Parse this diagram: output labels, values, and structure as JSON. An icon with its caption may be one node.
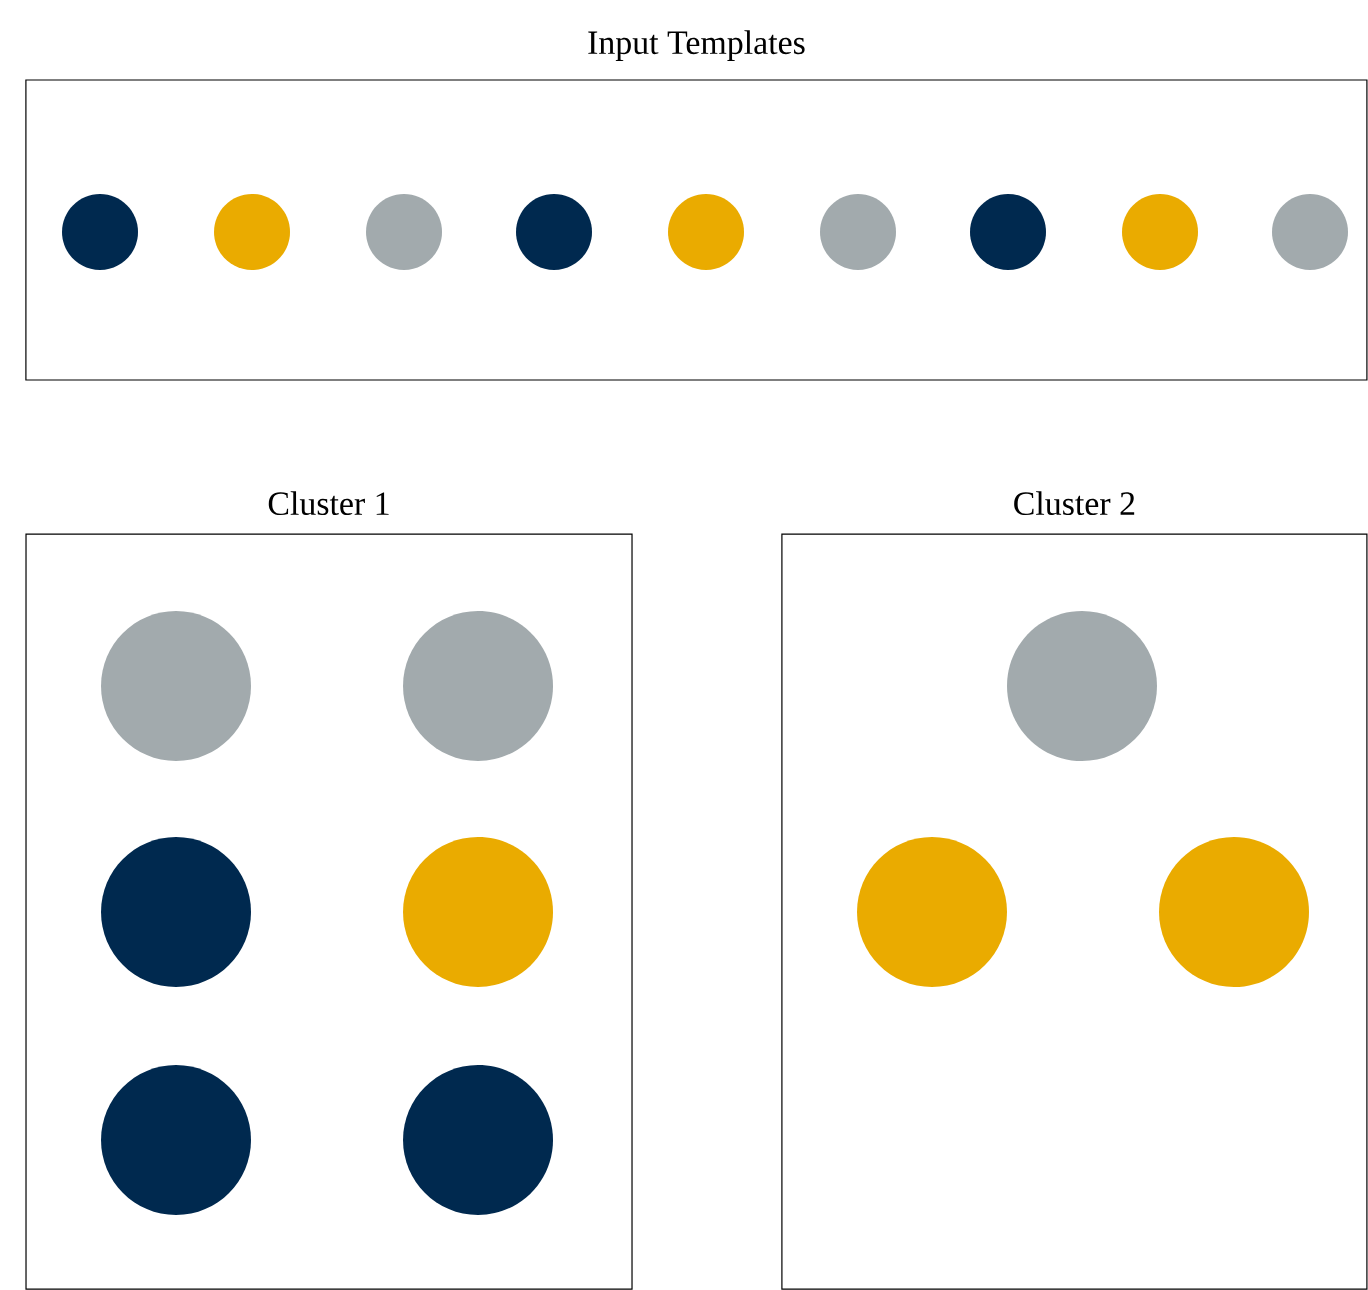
{
  "diagram": {
    "nodes": [
      {
        "text": [
          "Input Templates"
        ]
      },
      {
        "text": [],
        "shape": "circle",
        "in": 0
      },
      {
        "text": [],
        "shape": "circle",
        "in": 0
      },
      {
        "text": [],
        "shape": "circle",
        "in": 0
      },
      {
        "text": [],
        "shape": "circle",
        "in": 0
      },
      {
        "text": [],
        "shape": "circle",
        "in": 0
      },
      {
        "text": [],
        "shape": "circle",
        "in": 0
      },
      {
        "text": [],
        "shape": "circle",
        "in": 0
      },
      {
        "text": [],
        "shape": "circle",
        "in": 0
      },
      {
        "text": [],
        "shape": "circle",
        "in": 0
      },
      {
        "text": [
          "Cluster 1"
        ]
      },
      {
        "text": [],
        "shape": "circle",
        "in": 10
      },
      {
        "text": [],
        "shape": "circle",
        "in": 10
      },
      {
        "text": [],
        "shape": "circle",
        "in": 10
      },
      {
        "text": [],
        "shape": "circle",
        "in": 10
      },
      {
        "text": [],
        "shape": "circle",
        "in": 10
      },
      {
        "text": [],
        "shape": "circle",
        "in": 10
      },
      {
        "text": [
          "Cluster 2"
        ]
      },
      {
        "text": [],
        "shape": "circle",
        "in": 17
      },
      {
        "text": [],
        "shape": "circle",
        "in": 17
      },
      {
        "text": [],
        "shape": "circle",
        "in": 17
      }
    ]
  }
}
